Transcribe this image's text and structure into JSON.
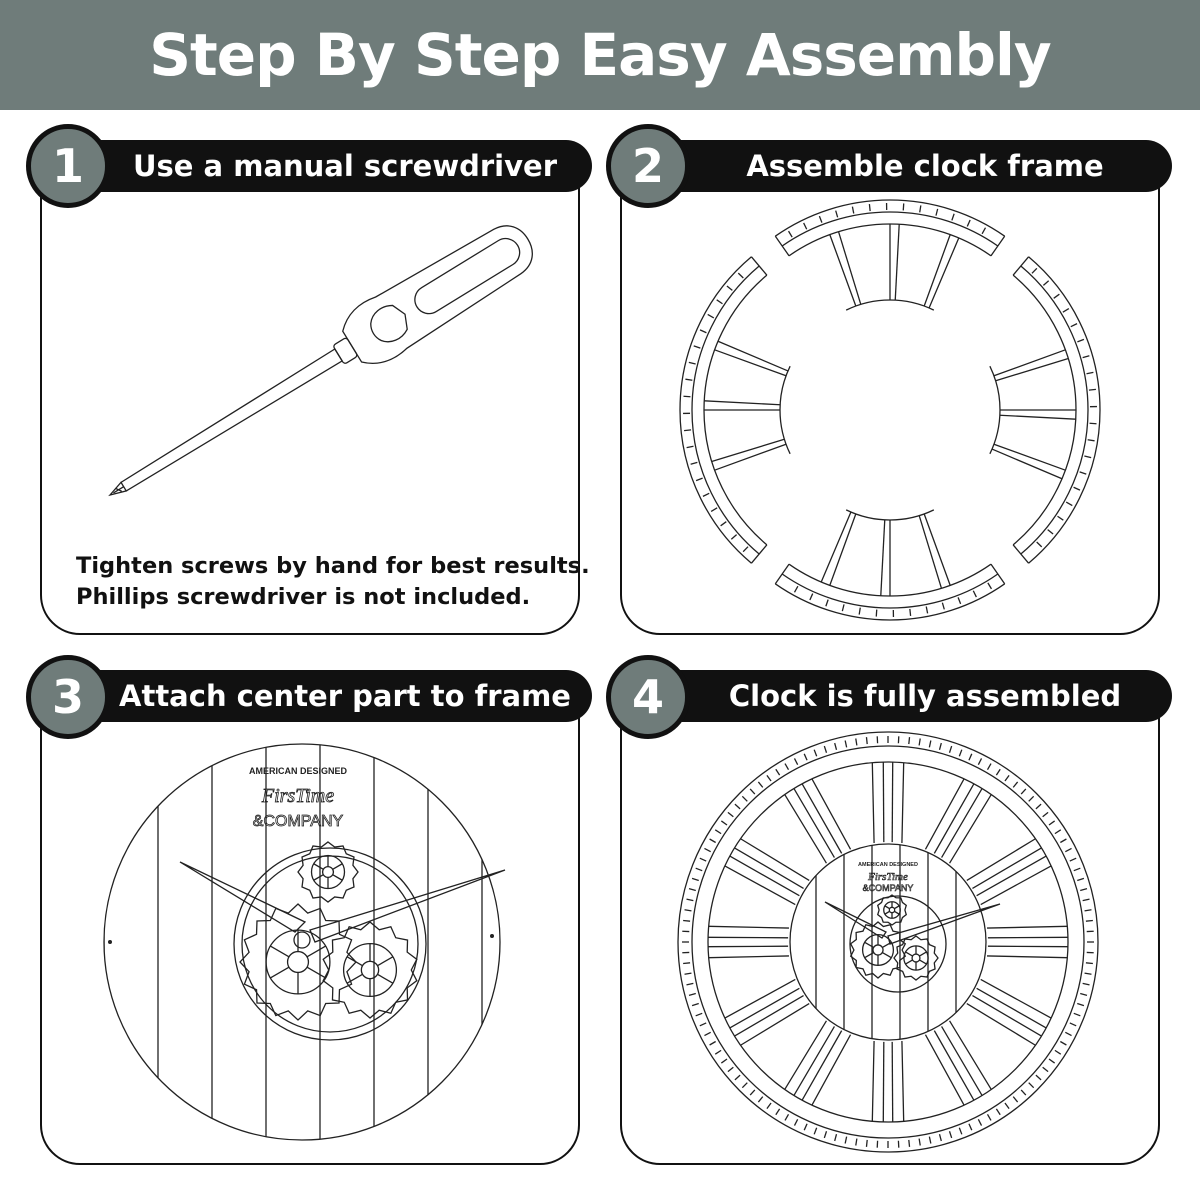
{
  "header": {
    "title": "Step By Step Easy Assembly"
  },
  "steps": [
    {
      "number": "1",
      "title": "Use a manual screwdriver",
      "note_line1": "Tighten screws by hand for best results.",
      "note_line2": "Phillips screwdriver is not included."
    },
    {
      "number": "2",
      "title": "Assemble clock frame"
    },
    {
      "number": "3",
      "title": "Attach center part to frame",
      "logo_top": "AMERICAN DESIGNED",
      "logo_brand": "FirsTime",
      "logo_company": "&COMPANY"
    },
    {
      "number": "4",
      "title": "Clock is fully assembled",
      "logo_top": "AMERICAN DESIGNED",
      "logo_brand": "FirsTime",
      "logo_company": "&COMPANY"
    }
  ],
  "colors": {
    "banner": "#6f7c7a",
    "bar": "#111111",
    "circle": "#6f7c7a"
  }
}
